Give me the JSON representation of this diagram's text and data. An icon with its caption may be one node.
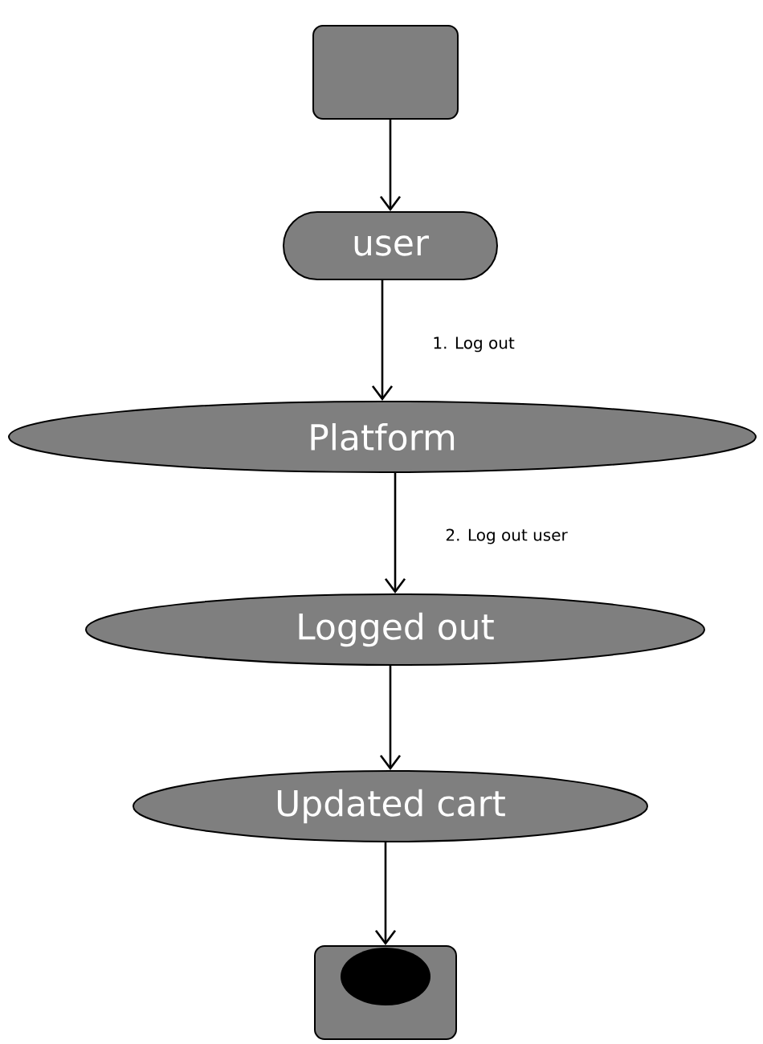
{
  "diagram": {
    "nodes": [
      {
        "text": [],
        "shape": "box"
      },
      {
        "text": [
          "user"
        ]
      },
      {
        "text": [
          "Platform"
        ]
      },
      {
        "text": [
          "Logged out"
        ]
      },
      {
        "text": [
          "Updated cart"
        ]
      },
      {
        "text": [],
        "shape": "box"
      }
    ],
    "edges": [
      {
        "from": 0,
        "to": 1,
        "arrow": "to"
      },
      {
        "from": 1,
        "to": 2,
        "arrow": "to",
        "label": "1. Log out"
      },
      {
        "from": 2,
        "to": 3,
        "arrow": "to",
        "label": "2. Log out user"
      },
      {
        "from": 3,
        "to": 4,
        "arrow": "to"
      },
      {
        "from": 4,
        "to": 5,
        "arrow": "to"
      }
    ]
  }
}
